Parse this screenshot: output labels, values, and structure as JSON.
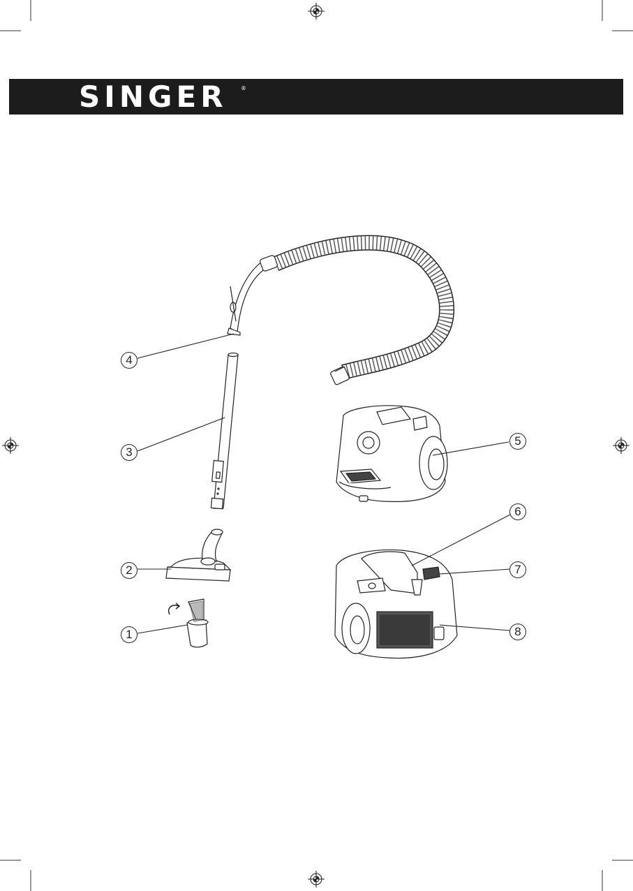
{
  "header": {
    "brand": "SINGER",
    "registered_mark": "®",
    "colors": {
      "banner": "#1c1c1c",
      "text": "#ffffff"
    }
  },
  "callouts": [
    {
      "id": "1",
      "label": "1"
    },
    {
      "id": "2",
      "label": "2"
    },
    {
      "id": "3",
      "label": "3"
    },
    {
      "id": "4",
      "label": "4"
    },
    {
      "id": "5",
      "label": "5"
    },
    {
      "id": "6",
      "label": "6"
    },
    {
      "id": "7",
      "label": "7"
    },
    {
      "id": "8",
      "label": "8"
    }
  ],
  "icons": [
    "registration-mark-icon",
    "crop-mark-icon",
    "rotate-arrow-icon"
  ]
}
